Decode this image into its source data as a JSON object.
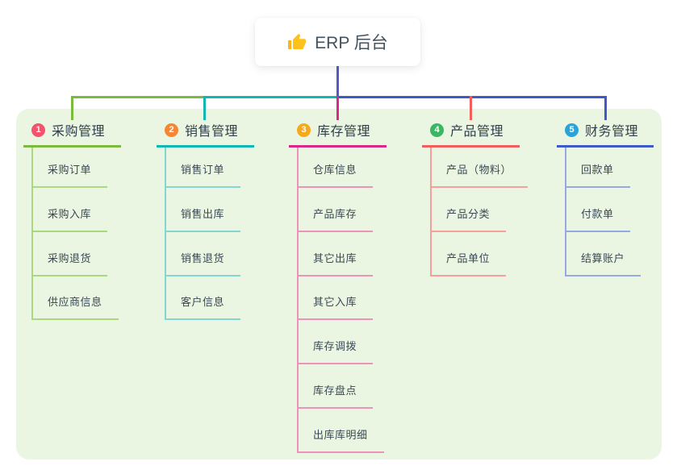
{
  "root": {
    "label": "ERP 后台",
    "icon": "thumbs-up-icon"
  },
  "colors": {
    "canvas_bg": "#eaf5e2",
    "root_connector": "#4e5bc8",
    "root_text": "#44525e",
    "branch_label_text": "#2f3e4a",
    "child_label_text": "#3a4954"
  },
  "branches": [
    {
      "index": "1",
      "label": "采购管理",
      "line_color": "#7cb93f",
      "child_line_color": "#abd77f",
      "badge_color": "#f4536b",
      "children": [
        "采购订单",
        "采购入库",
        "采购退货",
        "供应商信息"
      ]
    },
    {
      "index": "2",
      "label": "销售管理",
      "line_color": "#10b7b0",
      "child_line_color": "#84d6d0",
      "badge_color": "#f58634",
      "children": [
        "销售订单",
        "销售出库",
        "销售退货",
        "客户信息"
      ]
    },
    {
      "index": "3",
      "label": "库存管理",
      "line_color": "#d52a85",
      "child_line_color": "#ef92ba",
      "badge_color": "#f7a91d",
      "children": [
        "仓库信息",
        "产品库存",
        "其它出库",
        "其它入库",
        "库存调拨",
        "库存盘点",
        "出库库明细"
      ]
    },
    {
      "index": "4",
      "label": "产品管理",
      "line_color": "#f25e5c",
      "child_line_color": "#f5a09a",
      "badge_color": "#3ab763",
      "children": [
        "产品（物料）",
        "产品分类",
        "产品单位"
      ]
    },
    {
      "index": "5",
      "label": "财务管理",
      "line_color": "#3f5ac7",
      "child_line_color": "#97a9e2",
      "badge_color": "#2aa4d8",
      "children": [
        "回款单",
        "付款单",
        "结算账户"
      ]
    }
  ]
}
